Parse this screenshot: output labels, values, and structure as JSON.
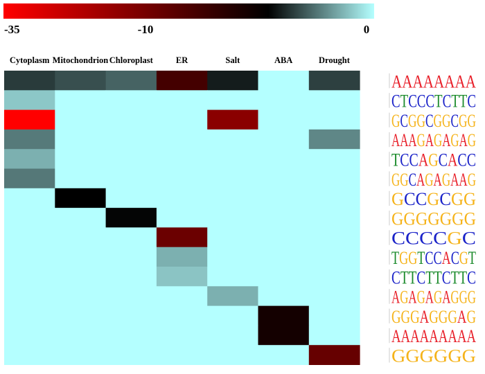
{
  "chart_data": {
    "type": "heatmap",
    "title": "",
    "columns": [
      "Cytoplasm",
      "Mitochondrion",
      "Chloroplast",
      "ER",
      "Salt",
      "ABA",
      "Drought"
    ],
    "colorbar": {
      "min": -35,
      "mid": -10,
      "max": 0,
      "tick_labels": [
        "-35",
        "-10",
        "0"
      ],
      "colors": {
        "min": "#ff0000",
        "mid": "#000000",
        "max": "#b4ffff"
      }
    },
    "row_motifs": [
      "AAAAAAAA",
      "CTCCCTCTTC",
      "GCGGCGGCGG",
      "AAAGAGAGAG",
      "TCCAGCACC",
      "GGCAGAGAAG",
      "GCCGCGG",
      "GGGGGGG",
      "CCCCGC",
      "TGGTCCACGT",
      "CTTCTTCTTC",
      "AGAGAGAGGG",
      "GGGAGGGAG",
      "AAAAAAAAA",
      "GGGGGG"
    ],
    "values": [
      [
        -7.7,
        -6.9,
        -6.1,
        -16.7,
        -8.9,
        0,
        -7.5
      ],
      [
        -2.2,
        0,
        0,
        0,
        0,
        0,
        0
      ],
      [
        -35,
        0,
        0,
        0,
        -23.5,
        0,
        0
      ],
      [
        -5.2,
        0,
        0,
        0,
        0,
        0,
        -4.7
      ],
      [
        -3.1,
        0,
        0,
        0,
        0,
        0,
        0
      ],
      [
        -5.3,
        0,
        0,
        0,
        0,
        0,
        0
      ],
      [
        0,
        -10,
        0,
        0,
        0,
        0,
        0
      ],
      [
        0,
        0,
        -9.8,
        0,
        0,
        0,
        0
      ],
      [
        0,
        0,
        0,
        -20.5,
        0,
        0,
        0
      ],
      [
        0,
        0,
        0,
        -3.1,
        0,
        0,
        0
      ],
      [
        0,
        0,
        0,
        -2.3,
        0,
        0,
        0
      ],
      [
        0,
        0,
        0,
        0,
        -3.1,
        0,
        0
      ],
      [
        0,
        0,
        0,
        0,
        0,
        -12,
        0
      ],
      [
        0,
        0,
        0,
        0,
        0,
        -12,
        0
      ],
      [
        0,
        0,
        0,
        0,
        0,
        0,
        -20
      ]
    ],
    "nucleotide_colors": {
      "A": "#e8202a",
      "C": "#1a22c8",
      "G": "#f5b31a",
      "T": "#1a8a2a"
    }
  }
}
